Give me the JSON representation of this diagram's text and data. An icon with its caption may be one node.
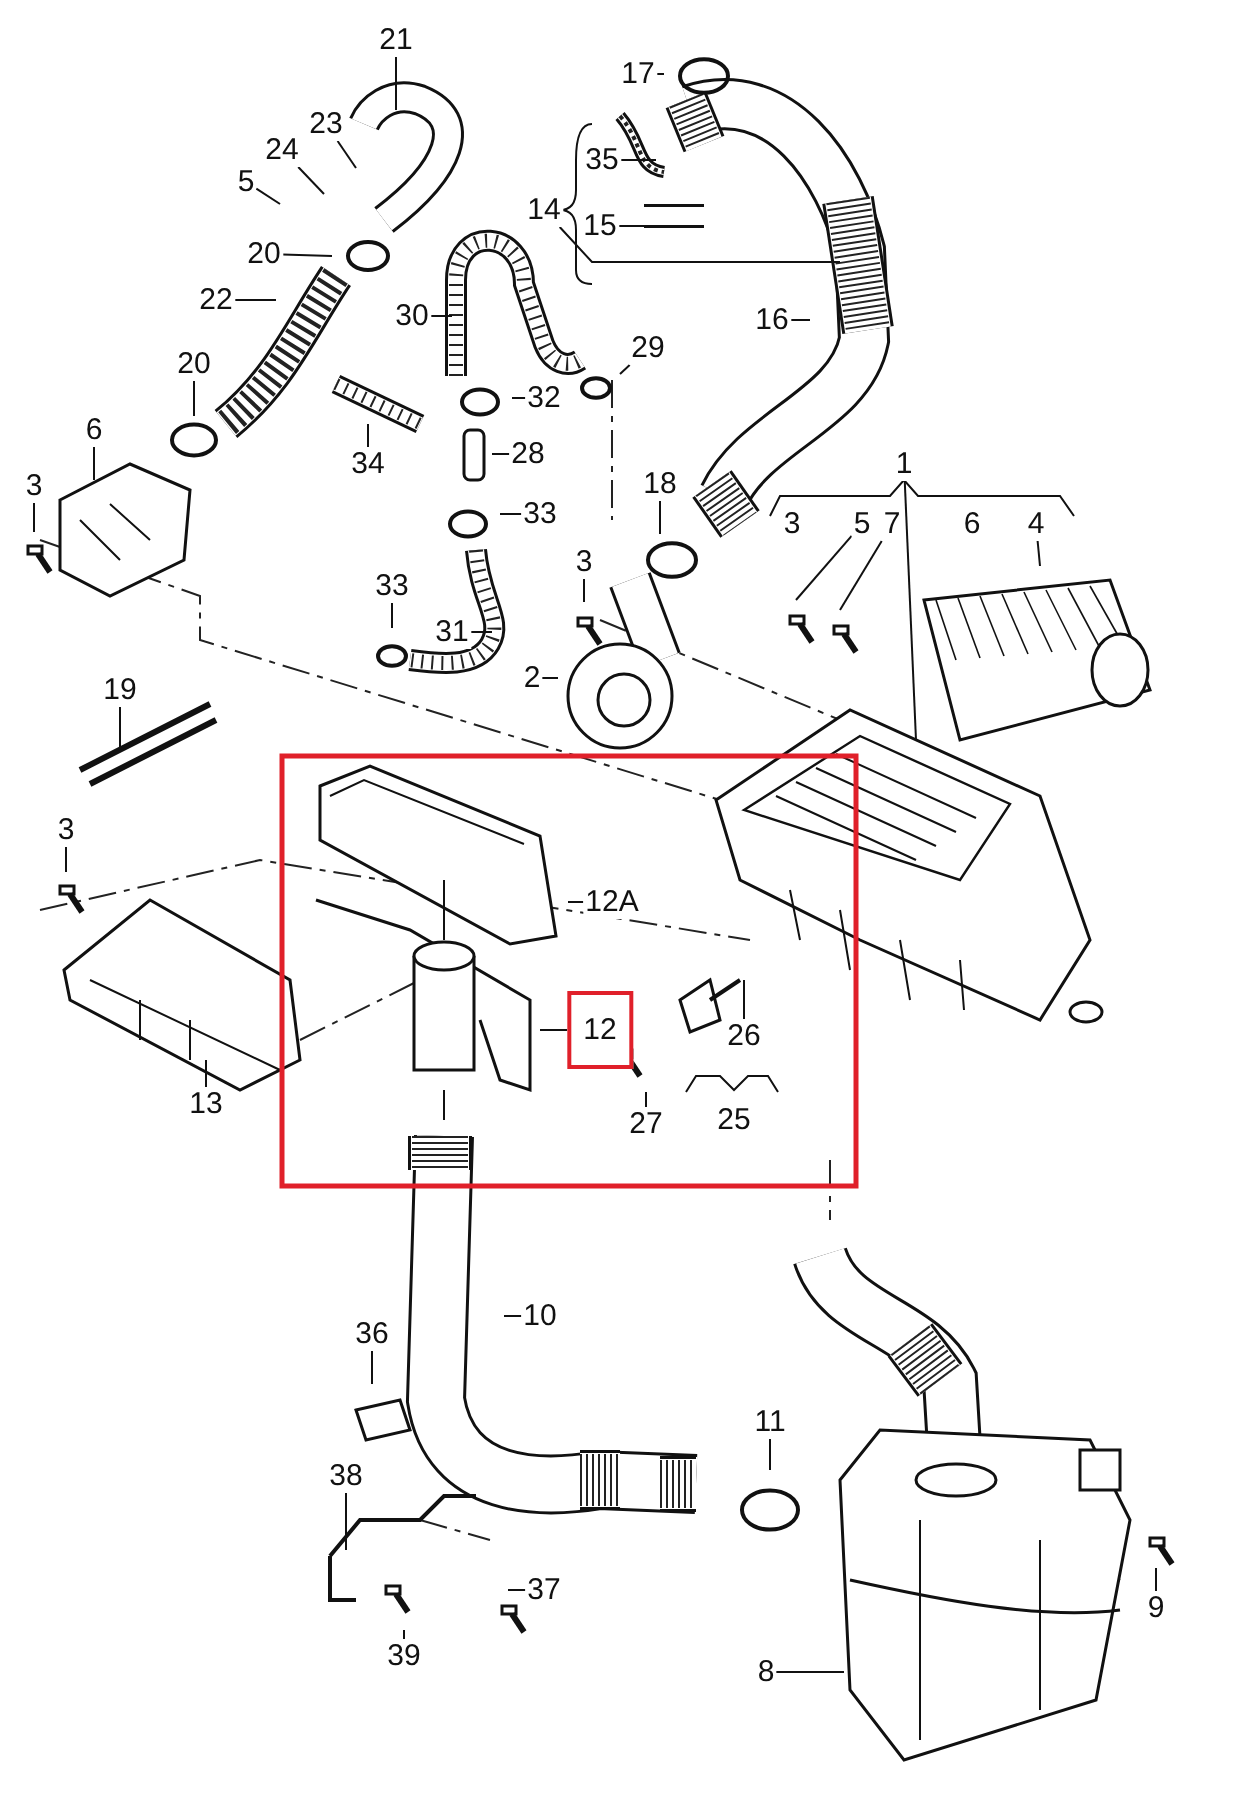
{
  "diagram": {
    "nodes": [
      {
        "text": [
          "21"
        ]
      },
      {
        "text": [
          "23"
        ]
      },
      {
        "text": [
          "24"
        ]
      },
      {
        "text": [
          "5"
        ]
      },
      {
        "text": [
          "20"
        ]
      },
      {
        "text": [
          "22"
        ]
      },
      {
        "text": [
          "20"
        ]
      },
      {
        "text": [
          "6"
        ]
      },
      {
        "text": [
          "3"
        ]
      },
      {
        "text": [
          "30"
        ]
      },
      {
        "text": [
          "32"
        ]
      },
      {
        "text": [
          "34"
        ]
      },
      {
        "text": [
          "28"
        ]
      },
      {
        "text": [
          "33"
        ]
      },
      {
        "text": [
          "33"
        ]
      },
      {
        "text": [
          "31"
        ]
      },
      {
        "text": [
          "17"
        ]
      },
      {
        "text": [
          "35"
        ]
      },
      {
        "text": [
          "14"
        ]
      },
      {
        "text": [
          "15"
        ]
      },
      {
        "text": [
          "16"
        ]
      },
      {
        "text": [
          "29"
        ]
      },
      {
        "text": [
          "18"
        ]
      },
      {
        "text": [
          "3"
        ]
      },
      {
        "text": [
          "2"
        ]
      },
      {
        "text": [
          "1"
        ]
      },
      {
        "text": [
          "5"
        ]
      },
      {
        "text": [
          "7"
        ]
      },
      {
        "text": [
          "4"
        ]
      },
      {
        "text": [
          "19"
        ]
      },
      {
        "text": [
          "3"
        ]
      },
      {
        "text": [
          "13"
        ]
      },
      {
        "text": [
          "12A"
        ]
      },
      {
        "text": [
          "12"
        ]
      },
      {
        "text": [
          "26"
        ]
      },
      {
        "text": [
          "27"
        ]
      },
      {
        "text": [
          "10"
        ]
      },
      {
        "text": [
          "36"
        ]
      },
      {
        "text": [
          "38"
        ]
      },
      {
        "text": [
          "37"
        ]
      },
      {
        "text": [
          "39"
        ]
      },
      {
        "text": [
          "11"
        ]
      },
      {
        "text": [
          "9"
        ]
      },
      {
        "text": [
          "8"
        ]
      },
      {
        "text": [
          "3"
        ]
      },
      {
        "text": [
          "6"
        ]
      },
      {
        "text": [
          "25"
        ]
      }
    ],
    "edges": [
      {
        "from": 0,
        "to": null,
        "arrow": "none"
      },
      {
        "from": 1,
        "to": null,
        "arrow": "none"
      },
      {
        "from": 2,
        "to": null,
        "arrow": "none"
      },
      {
        "from": 3,
        "to": null,
        "arrow": "none"
      },
      {
        "from": 4,
        "to": null,
        "arrow": "none"
      },
      {
        "from": 5,
        "to": null,
        "arrow": "none"
      },
      {
        "from": 6,
        "to": null,
        "arrow": "none"
      },
      {
        "from": 7,
        "to": null,
        "arrow": "none"
      },
      {
        "from": 8,
        "to": null,
        "arrow": "none"
      },
      {
        "from": 9,
        "to": null,
        "arrow": "none"
      },
      {
        "from": 10,
        "to": null,
        "arrow": "none"
      },
      {
        "from": 11,
        "to": null,
        "arrow": "none"
      },
      {
        "from": 12,
        "to": null,
        "arrow": "none"
      },
      {
        "from": 13,
        "to": null,
        "arrow": "none"
      },
      {
        "from": 14,
        "to": null,
        "arrow": "none"
      },
      {
        "from": 15,
        "to": null,
        "arrow": "none"
      },
      {
        "from": 16,
        "to": null,
        "arrow": "none"
      },
      {
        "from": 17,
        "to": null,
        "arrow": "none"
      },
      {
        "from": 18,
        "to": null,
        "arrow": "none"
      },
      {
        "from": 19,
        "to": null,
        "arrow": "none"
      },
      {
        "from": 20,
        "to": null,
        "arrow": "none"
      },
      {
        "from": 21,
        "to": null,
        "arrow": "none"
      },
      {
        "from": 22,
        "to": null,
        "arrow": "none"
      },
      {
        "from": 23,
        "to": null,
        "arrow": "none"
      },
      {
        "from": 24,
        "to": null,
        "arrow": "none"
      },
      {
        "from": 25,
        "to": null,
        "arrow": "none"
      },
      {
        "from": 26,
        "to": null,
        "arrow": "none"
      },
      {
        "from": 27,
        "to": null,
        "arrow": "none"
      },
      {
        "from": 28,
        "to": null,
        "arrow": "none"
      },
      {
        "from": 29,
        "to": null,
        "arrow": "none"
      },
      {
        "from": 30,
        "to": null,
        "arrow": "none"
      },
      {
        "from": 31,
        "to": null,
        "arrow": "none"
      },
      {
        "from": 32,
        "to": null,
        "arrow": "none"
      },
      {
        "from": 33,
        "to": null,
        "arrow": "none"
      },
      {
        "from": 34,
        "to": null,
        "arrow": "none"
      },
      {
        "from": 35,
        "to": null,
        "arrow": "none"
      },
      {
        "from": 36,
        "to": null,
        "arrow": "none"
      },
      {
        "from": 37,
        "to": null,
        "arrow": "none"
      },
      {
        "from": 38,
        "to": null,
        "arrow": "none"
      },
      {
        "from": 39,
        "to": null,
        "arrow": "none"
      },
      {
        "from": 40,
        "to": null,
        "arrow": "none"
      },
      {
        "from": 41,
        "to": null,
        "arrow": "none"
      },
      {
        "from": 42,
        "to": null,
        "arrow": "none"
      },
      {
        "from": 43,
        "to": null,
        "arrow": "none"
      }
    ],
    "labels": []
  }
}
